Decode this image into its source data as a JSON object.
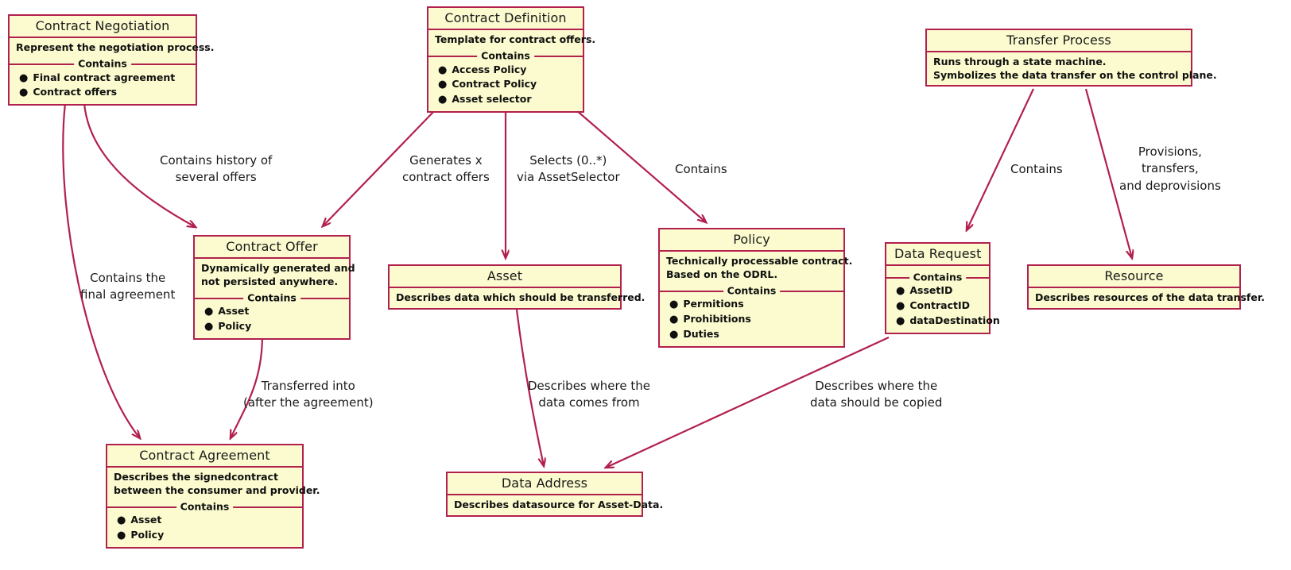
{
  "diagram": {
    "type": "uml-class-diagram",
    "colors": {
      "node_fill": "#fbfbcf",
      "node_border": "#b2204d",
      "edge": "#b2204d",
      "text": "#1a1a1a",
      "background": "#ffffff"
    },
    "section_label": "Contains"
  },
  "nodes": [
    {
      "id": "contract-negotiation",
      "title": "Contract Negotiation",
      "desc": [
        "Represent the negotiation process."
      ],
      "section": "Contains",
      "items": [
        "Final contract agreement",
        "Contract offers"
      ]
    },
    {
      "id": "contract-definition",
      "title": "Contract Definition",
      "desc": [
        "Template for contract offers."
      ],
      "section": "Contains",
      "items": [
        "Access Policy",
        "Contract Policy",
        "Asset selector"
      ]
    },
    {
      "id": "transfer-process",
      "title": "Transfer Process",
      "desc": [
        "Runs through a state machine.",
        "Symbolizes the data transfer on the control plane."
      ],
      "section": null,
      "items": []
    },
    {
      "id": "contract-offer",
      "title": "Contract Offer",
      "desc": [
        "Dynamically generated and",
        "not persisted anywhere."
      ],
      "section": "Contains",
      "items": [
        "Asset",
        "Policy"
      ]
    },
    {
      "id": "asset",
      "title": "Asset",
      "desc": [
        "Describes data which should be transferred."
      ],
      "section": null,
      "items": []
    },
    {
      "id": "policy",
      "title": "Policy",
      "desc": [
        "Technically processable contract.",
        "Based on the ODRL."
      ],
      "section": "Contains",
      "items": [
        "Permitions",
        "Prohibitions",
        "Duties"
      ]
    },
    {
      "id": "data-request",
      "title": "Data Request",
      "desc": [],
      "section": "Contains",
      "items": [
        "AssetID",
        "ContractID",
        "dataDestination"
      ]
    },
    {
      "id": "resource",
      "title": "Resource",
      "desc": [
        "Describes resources of the data transfer."
      ],
      "section": null,
      "items": []
    },
    {
      "id": "contract-agreement",
      "title": "Contract Agreement",
      "desc": [
        "Describes the signedcontract",
        "between the consumer and provider."
      ],
      "section": "Contains",
      "items": [
        "Asset",
        "Policy"
      ]
    },
    {
      "id": "data-address",
      "title": "Data Address",
      "desc": [
        "Describes datasource for Asset-Data."
      ],
      "section": null,
      "items": []
    }
  ],
  "edges": [
    {
      "id": "neg-to-offer",
      "from": "contract-negotiation",
      "to": "contract-offer",
      "label": [
        "Contains history of",
        "several offers"
      ]
    },
    {
      "id": "neg-to-agreement",
      "from": "contract-negotiation",
      "to": "contract-agreement",
      "label": [
        "Contains the",
        "final agreement"
      ]
    },
    {
      "id": "def-to-offer",
      "from": "contract-definition",
      "to": "contract-offer",
      "label": [
        "Generates x",
        "contract offers"
      ]
    },
    {
      "id": "def-to-asset",
      "from": "contract-definition",
      "to": "asset",
      "label": [
        "Selects (0..*)",
        "via AssetSelector"
      ]
    },
    {
      "id": "def-to-policy",
      "from": "contract-definition",
      "to": "policy",
      "label": [
        "Contains"
      ]
    },
    {
      "id": "offer-to-agreement",
      "from": "contract-offer",
      "to": "contract-agreement",
      "label": [
        "Transferred into",
        "(after the agreement)"
      ]
    },
    {
      "id": "asset-to-address",
      "from": "asset",
      "to": "data-address",
      "label": [
        "Describes where the",
        "data comes from"
      ]
    },
    {
      "id": "tp-to-request",
      "from": "transfer-process",
      "to": "data-request",
      "label": [
        "Contains"
      ]
    },
    {
      "id": "tp-to-resource",
      "from": "transfer-process",
      "to": "resource",
      "label": [
        "Provisions,",
        "transfers,",
        "and deprovisions"
      ]
    },
    {
      "id": "request-to-address",
      "from": "data-request",
      "to": "data-address",
      "label": [
        "Describes where the",
        "data should be copied"
      ]
    }
  ],
  "edge_labels": {
    "neg_to_offer_l1": "Contains history of",
    "neg_to_offer_l2": "several offers",
    "neg_to_agreement_l1": "Contains the",
    "neg_to_agreement_l2": "final agreement",
    "def_to_offer_l1": "Generates x",
    "def_to_offer_l2": "contract offers",
    "def_to_asset_l1": "Selects (0..*)",
    "def_to_asset_l2": "via AssetSelector",
    "def_to_policy_l1": "Contains",
    "offer_to_agreement_l1": "Transferred into",
    "offer_to_agreement_l2": "(after the agreement)",
    "asset_to_address_l1": "Describes where the",
    "asset_to_address_l2": "data comes from",
    "tp_to_request_l1": "Contains",
    "tp_to_resource_l1": "Provisions,",
    "tp_to_resource_l2": "transfers,",
    "tp_to_resource_l3": "and deprovisions",
    "request_to_address_l1": "Describes where the",
    "request_to_address_l2": "data should be copied"
  }
}
